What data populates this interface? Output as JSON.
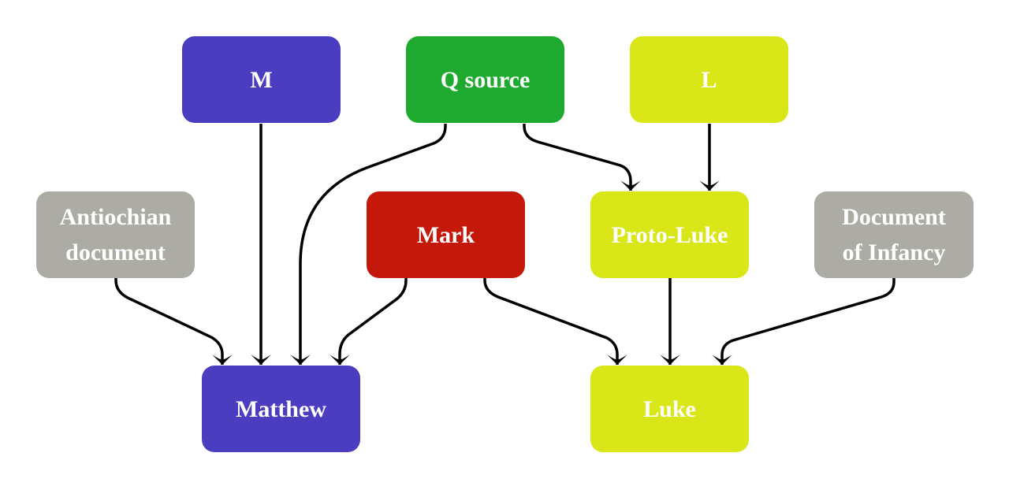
{
  "colors": {
    "matthew_group": "#4a3dbf",
    "q": "#1daa2f",
    "luke_group": "#d9e617",
    "other": "#acaca4",
    "mark": "#c4190a",
    "edge": "#000000"
  },
  "nodes": {
    "m": "M",
    "q": "Q source",
    "l": "L",
    "antiochian": "Antiochian document",
    "mark": "Mark",
    "proto_luke": "Proto-Luke",
    "infancy": "Document of Infancy",
    "matthew": "Matthew",
    "luke": "Luke"
  },
  "edges": [
    {
      "from": "M",
      "to": "Matthew"
    },
    {
      "from": "Q source",
      "to": "Matthew"
    },
    {
      "from": "Q source",
      "to": "Proto-Luke"
    },
    {
      "from": "L",
      "to": "Proto-Luke"
    },
    {
      "from": "Antiochian document",
      "to": "Matthew"
    },
    {
      "from": "Mark",
      "to": "Matthew"
    },
    {
      "from": "Mark",
      "to": "Luke"
    },
    {
      "from": "Proto-Luke",
      "to": "Luke"
    },
    {
      "from": "Document of Infancy",
      "to": "Luke"
    }
  ]
}
